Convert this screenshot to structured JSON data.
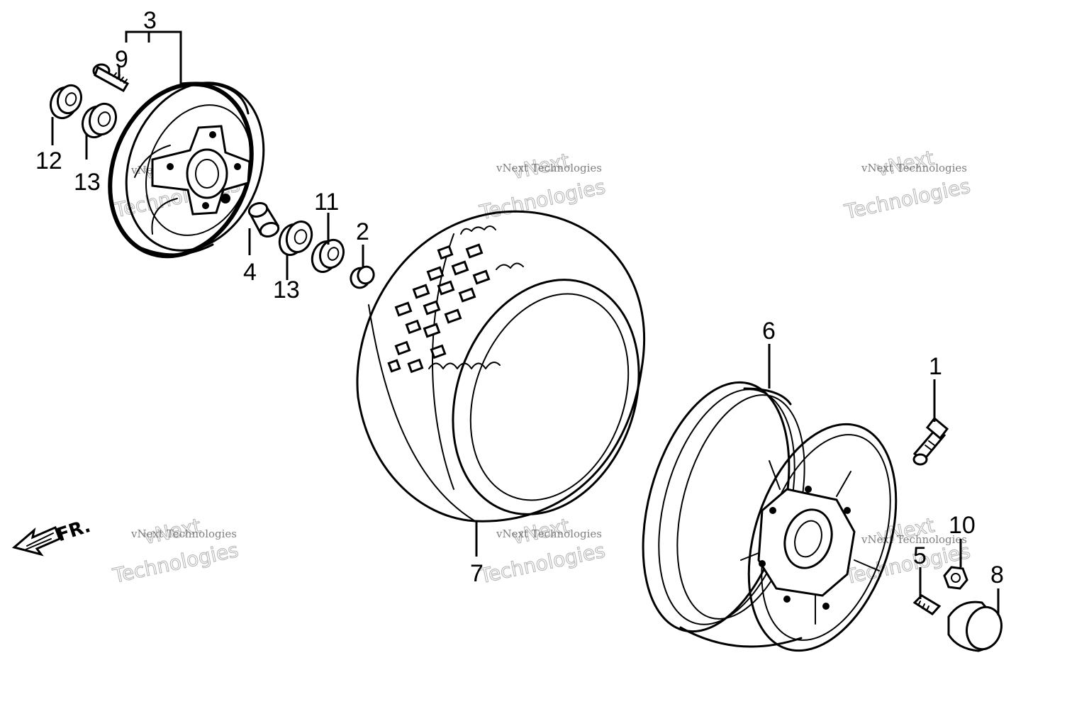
{
  "callouts": {
    "c1": "1",
    "c2": "2",
    "c3": "3",
    "c4": "4",
    "c5": "5",
    "c6": "6",
    "c7": "7",
    "c8": "8",
    "c9": "9",
    "c10": "10",
    "c11": "11",
    "c12": "12",
    "c13a": "13",
    "c13b": "13"
  },
  "direction_label": "FR.",
  "watermark": {
    "line1": "vNext Technologies",
    "line2a": "vNext",
    "line2b": "Technologies"
  }
}
